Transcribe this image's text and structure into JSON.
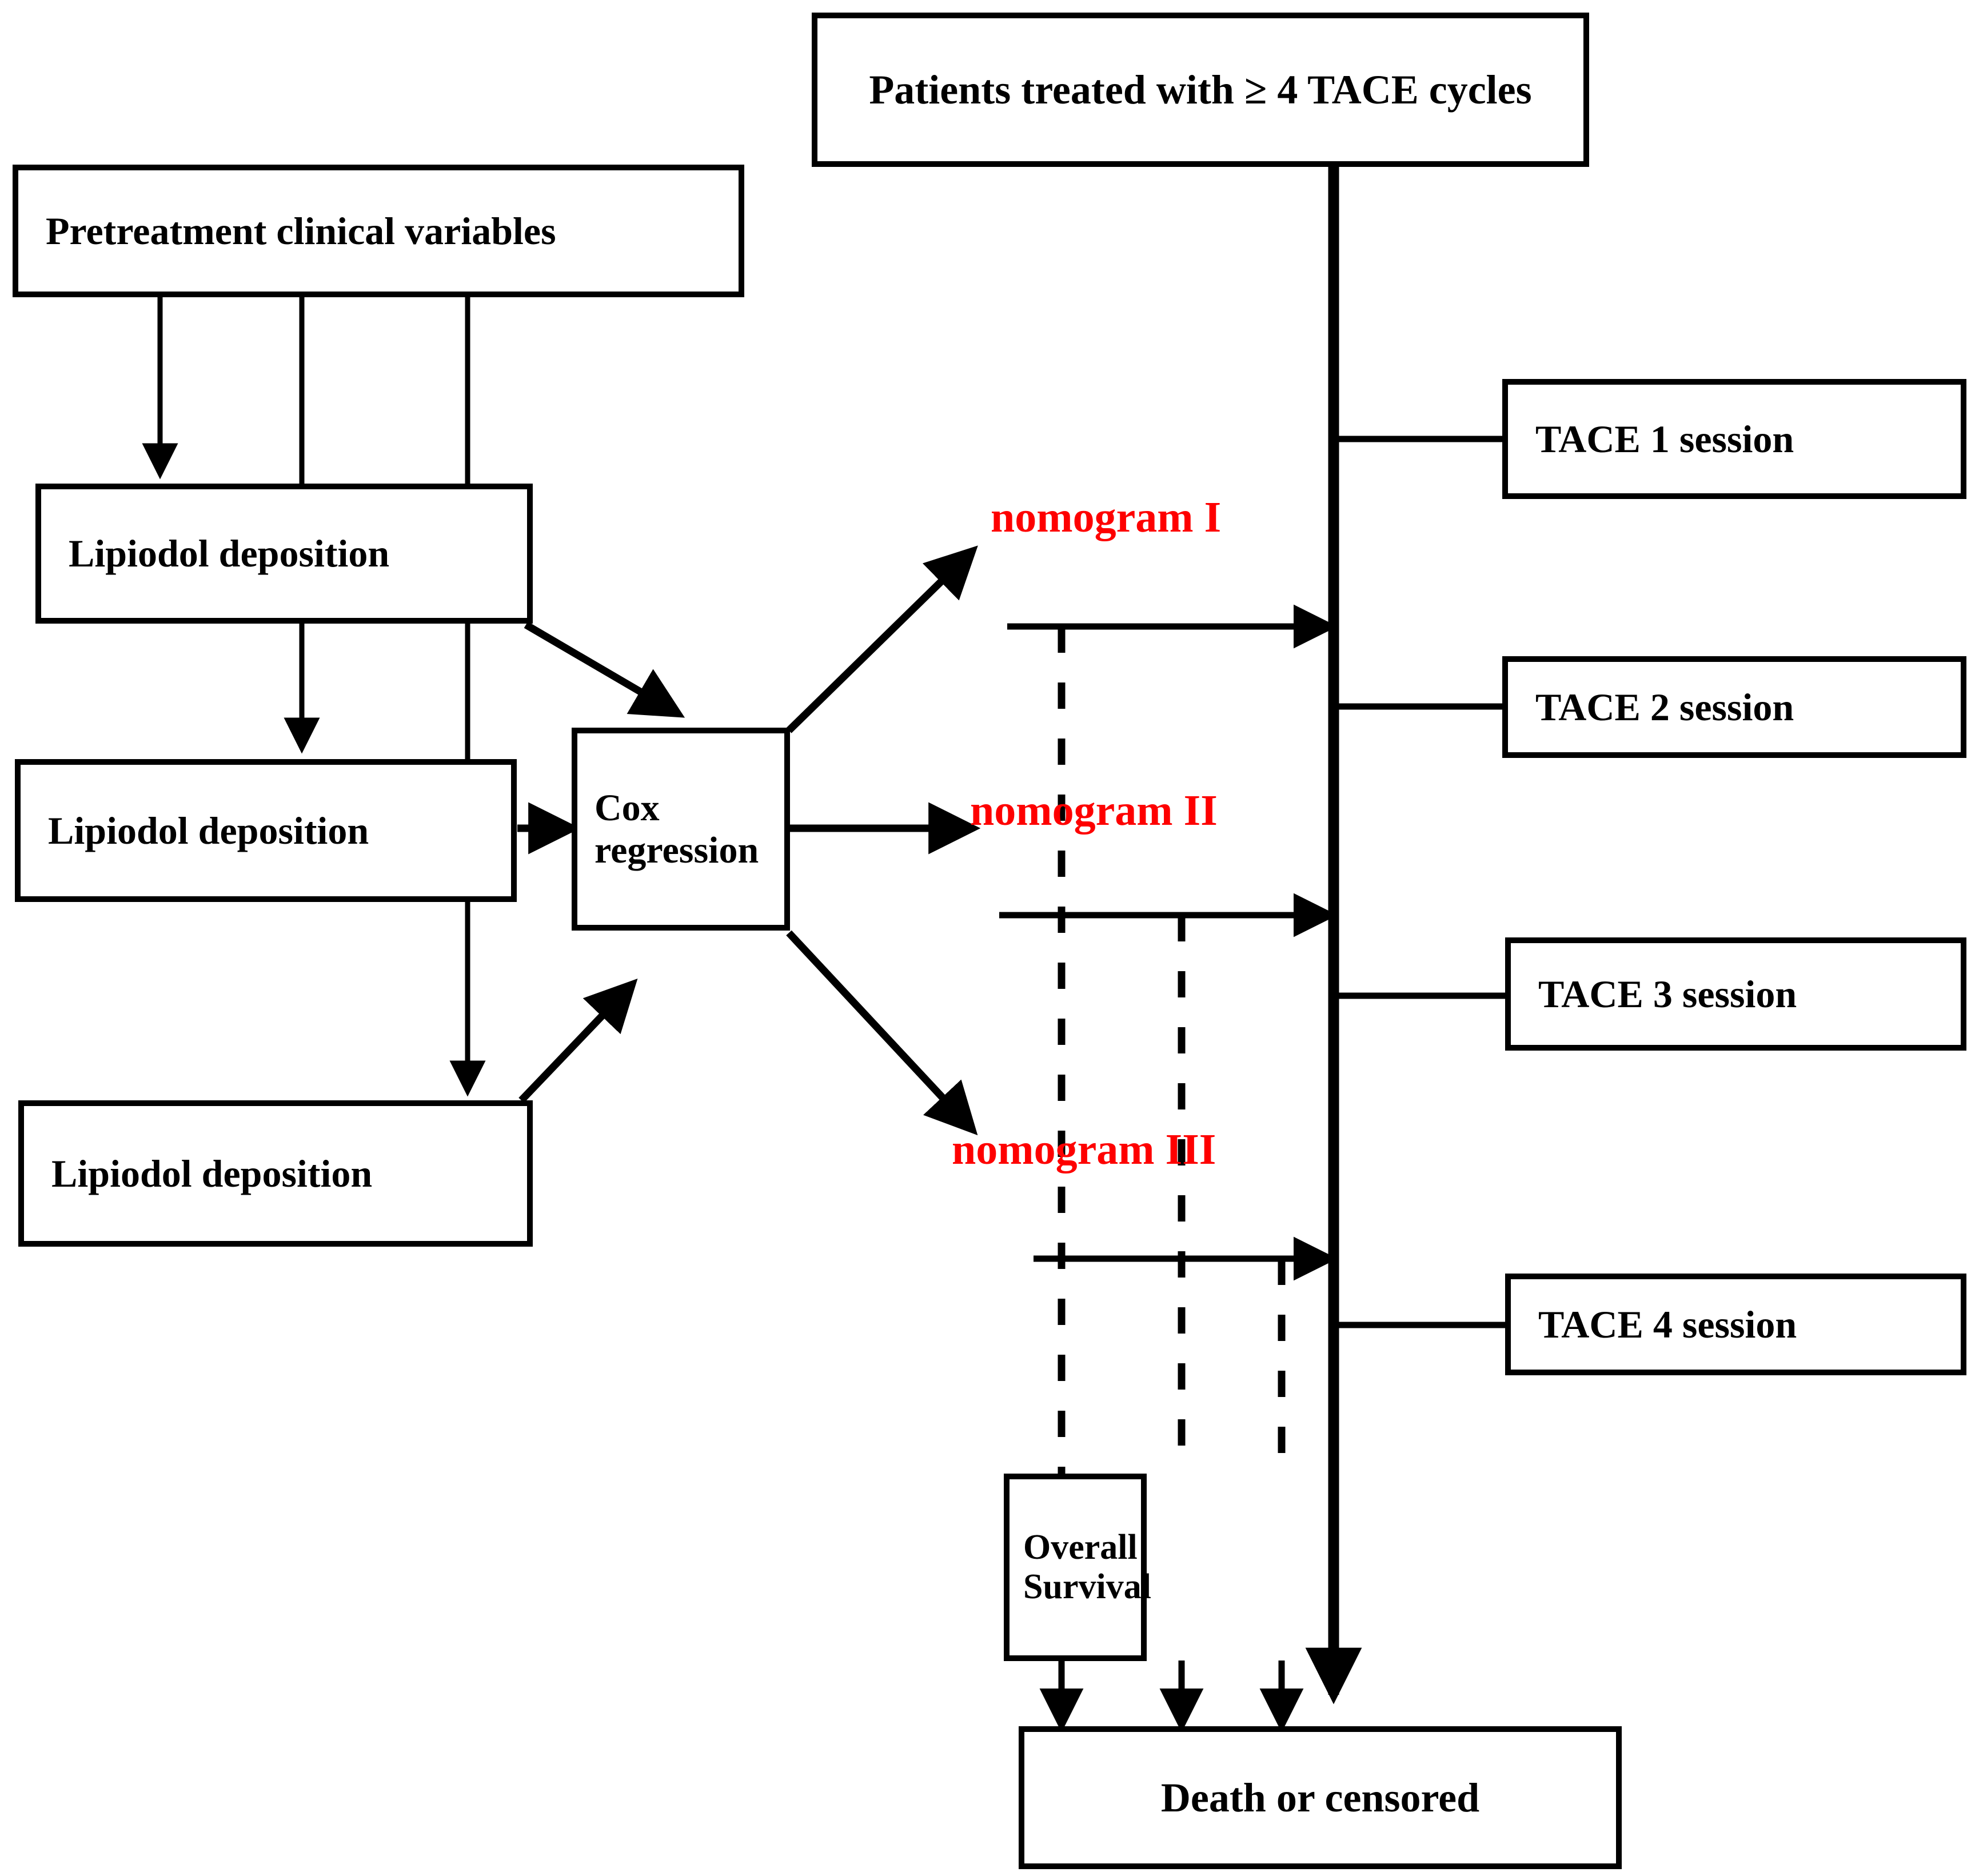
{
  "diagram": {
    "title": "TACE nomogram study flowchart",
    "accent_red": "#fe0000",
    "line_color": "#000000",
    "background": "#ffffff"
  },
  "nodes": {
    "cohort": {
      "label": "Patients treated with ≥ 4 TACE cycles"
    },
    "pretreatment": {
      "label": "Pretreatment clinical variables"
    },
    "lipiodol_1": {
      "label": "Lipiodol deposition"
    },
    "lipiodol_2": {
      "label": "Lipiodol deposition"
    },
    "lipiodol_3": {
      "label": "Lipiodol deposition"
    },
    "cox": {
      "line1": "Cox",
      "line2": "regression"
    },
    "overall_survival": {
      "line1": "Overall",
      "line2": "Survival"
    },
    "outcome": {
      "label": "Death or censored"
    }
  },
  "nomograms": [
    {
      "label": "nomogram I"
    },
    {
      "label": "nomogram II"
    },
    {
      "label": "nomogram III"
    }
  ],
  "tace_sessions": [
    {
      "label": "TACE 1 session"
    },
    {
      "label": "TACE 2 session"
    },
    {
      "label": "TACE 3 session"
    },
    {
      "label": "TACE 4 session"
    }
  ]
}
